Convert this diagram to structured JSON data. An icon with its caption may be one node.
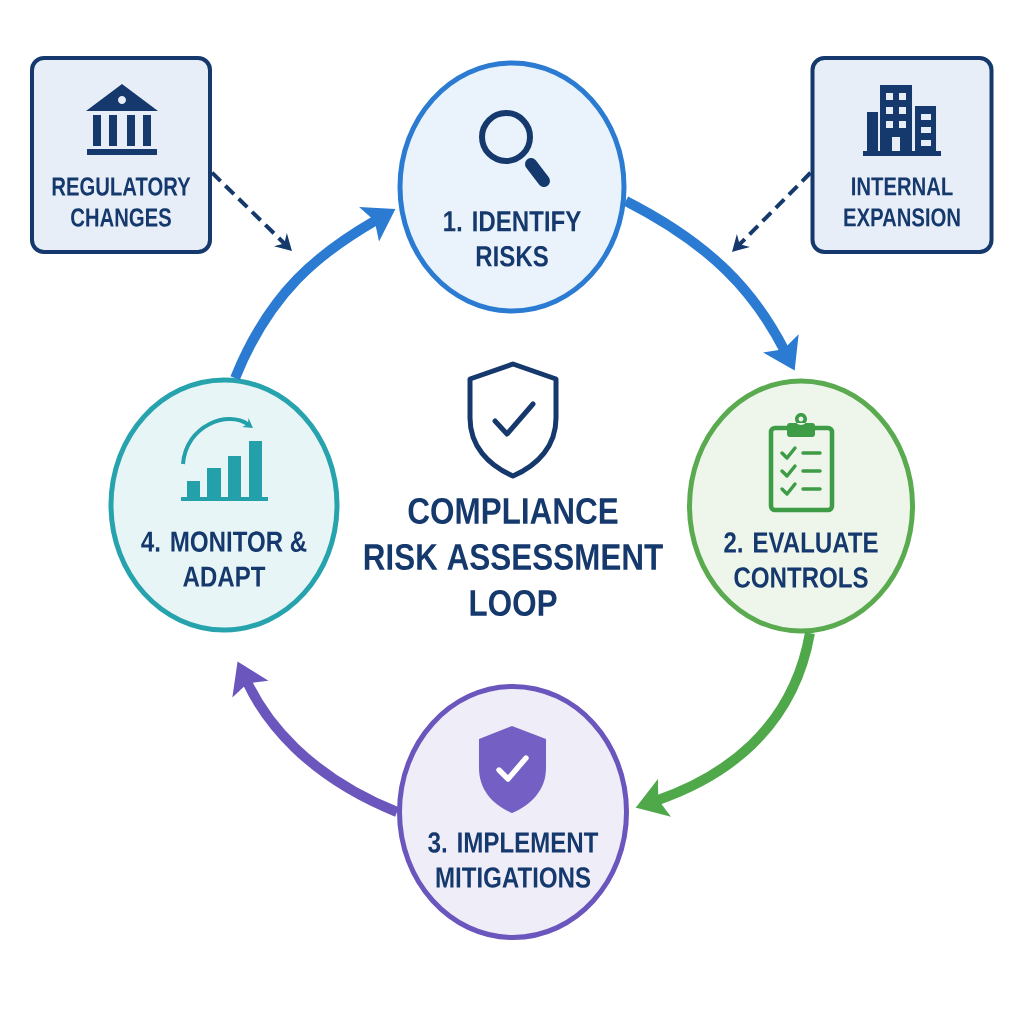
{
  "diagram": {
    "title": "COMPLIANCE RISK ASSESSMENT LOOP",
    "nodes": [
      {
        "text": [
          "REGULATORY CHANGES"
        ]
      },
      {
        "text": [
          "1. IDENTIFY RISKS"
        ]
      },
      {
        "text": [
          "INTERNAL EXPANSION"
        ]
      },
      {
        "text": [
          "4. MONITOR & ADAPT"
        ]
      },
      {
        "text": [
          "2. EVALUATE CONTROLS"
        ]
      },
      {
        "text": [
          "3. IMPLEMENT MITIGATIONS"
        ]
      }
    ],
    "edges": [
      {
        "from": 1,
        "to": 4,
        "arrow": "to",
        "color": "#2b7bd3"
      },
      {
        "from": 4,
        "to": 5,
        "arrow": "to",
        "color": "#4fa84a"
      },
      {
        "from": 5,
        "to": 3,
        "arrow": "to",
        "color": "#6b56bd"
      },
      {
        "from": 3,
        "to": 1,
        "arrow": "to",
        "color": "#2b7bd3"
      },
      {
        "from": 0,
        "to": null,
        "arrow": "to",
        "style": "dashed",
        "color": "#15396d"
      },
      {
        "from": 2,
        "to": null,
        "arrow": "to",
        "style": "dashed",
        "color": "#15396d"
      }
    ]
  }
}
